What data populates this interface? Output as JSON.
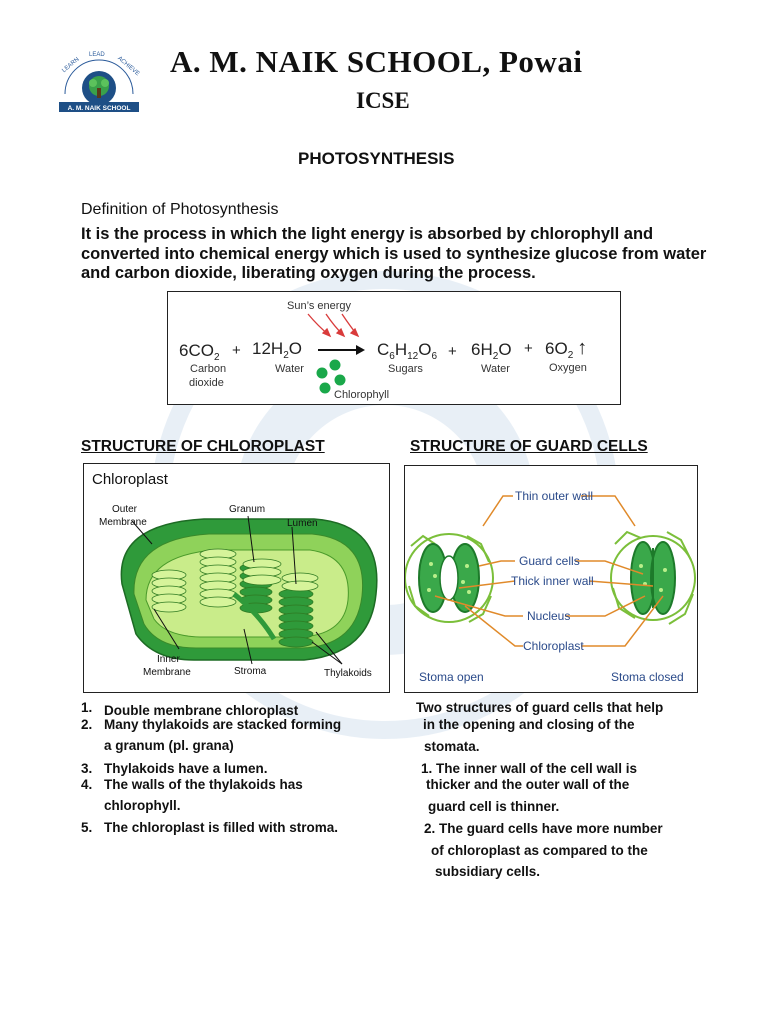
{
  "header": {
    "school_name": "A. M. NAIK SCHOOL, Powai",
    "board": "ICSE",
    "logo_text": "A. M. NAIK SCHOOL",
    "logo_motto": "LEARN · LEAD · ACHIEVE"
  },
  "topic": "PHOTOSYNTHESIS",
  "definition": {
    "heading": "Definition of Photosynthesis",
    "text": "It is the process in which the light energy is absorbed by chlorophyll and converted into chemical energy which is used to synthesize glucose from water and carbon dioxide, liberating oxygen during the process."
  },
  "equation": {
    "energy_label": "Sun’s energy",
    "reactant1": {
      "coef": "6",
      "formula": "CO",
      "sub": "2",
      "name_line1": "Carbon",
      "name_line2": "dioxide"
    },
    "plus1": "+",
    "reactant2": {
      "coef": "12",
      "formula": "H",
      "sub": "2",
      "formula2": "O",
      "name": "Water"
    },
    "product1": {
      "formula": "C",
      "s1": "6",
      "f2": "H",
      "s2": "12",
      "f3": "O",
      "s3": "6",
      "name": "Sugars"
    },
    "plus2": "+",
    "product2": {
      "coef": "6",
      "formula": "H",
      "sub": "2",
      "formula2": "O",
      "name": "Water"
    },
    "plus3": "+",
    "product3": {
      "coef": "6",
      "formula": "O",
      "sub": "2",
      "arrow": "↑",
      "name": "Oxygen"
    },
    "catalyst": "Chlorophyll",
    "colors": {
      "sun_arrows": "#d93b3b",
      "chlorophyll_dots": "#1aa84a"
    }
  },
  "chloroplast_section": {
    "heading": "STRUCTURE OF CHLOROPLAST",
    "figure": {
      "title": "Chloroplast",
      "labels": {
        "outer_membrane_1": "Outer",
        "outer_membrane_2": "Membrane",
        "granum": "Granum",
        "lumen": "Lumen",
        "inner_membrane_1": "Inner",
        "inner_membrane_2": "Membrane",
        "stroma": "Stroma",
        "thylakoids": "Thylakoids"
      }
    },
    "points": [
      {
        "num": "1.",
        "lines": [
          "Double membrane chloroplast"
        ]
      },
      {
        "num": "2.",
        "lines": [
          "Many thylakoids are stacked forming",
          "a granum (pl. grana)"
        ]
      },
      {
        "num": "3.",
        "lines": [
          "Thylakoids have a lumen."
        ]
      },
      {
        "num": "4.",
        "lines": [
          "The walls of the thylakoids has",
          "chlorophyll."
        ]
      },
      {
        "num": "5.",
        "lines": [
          "The chloroplast is filled with stroma."
        ]
      }
    ]
  },
  "guard_cell_section": {
    "heading": "STRUCTURE OF GUARD CELLS",
    "figure": {
      "labels": {
        "thin_outer_wall": "Thin outer wall",
        "guard_cells": "Guard cells",
        "thick_inner_wall": "Thick inner wall",
        "nucleus": "Nucleus",
        "chloroplast": "Chloroplast",
        "stoma_open": "Stoma open",
        "stoma_closed": "Stoma closed"
      }
    },
    "text_lines": [
      "Two structures of guard cells that help",
      "in the opening and closing of the",
      "stomata.",
      "1. The inner wall of the cell  wall is",
      "thicker and the outer wall of the",
      "guard cell is thinner.",
      "2. The guard cells have more number",
      "of chloroplast as compared to the",
      "subsidiary cells."
    ]
  }
}
